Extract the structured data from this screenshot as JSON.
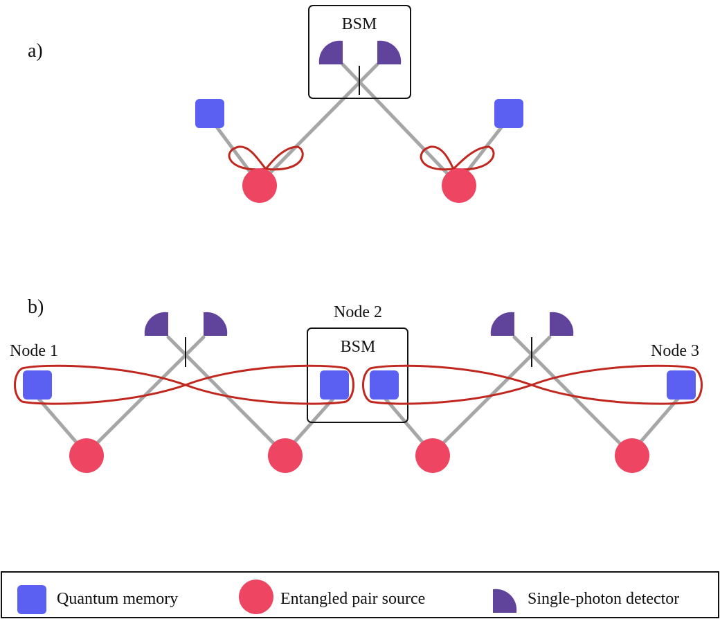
{
  "panels": {
    "a": {
      "label": "a)",
      "bsm_label": "BSM"
    },
    "b": {
      "label": "b)",
      "node1_label": "Node 1",
      "node2_label": "Node 2",
      "node3_label": "Node 3",
      "bsm_label": "BSM"
    }
  },
  "legend": {
    "items": [
      {
        "label": "Quantum memory",
        "icon": "square",
        "color": "#5b5ff2"
      },
      {
        "label": "Entangled pair source",
        "icon": "circle",
        "color": "#ee4562"
      },
      {
        "label": "Single-photon detector",
        "icon": "half-disk",
        "color": "#60439b"
      }
    ]
  },
  "colors": {
    "memory": "#5b5ff2",
    "source": "#ee4562",
    "detector": "#60439b",
    "fiber": "#a6a6a6",
    "entanglement": "#c0271e"
  }
}
